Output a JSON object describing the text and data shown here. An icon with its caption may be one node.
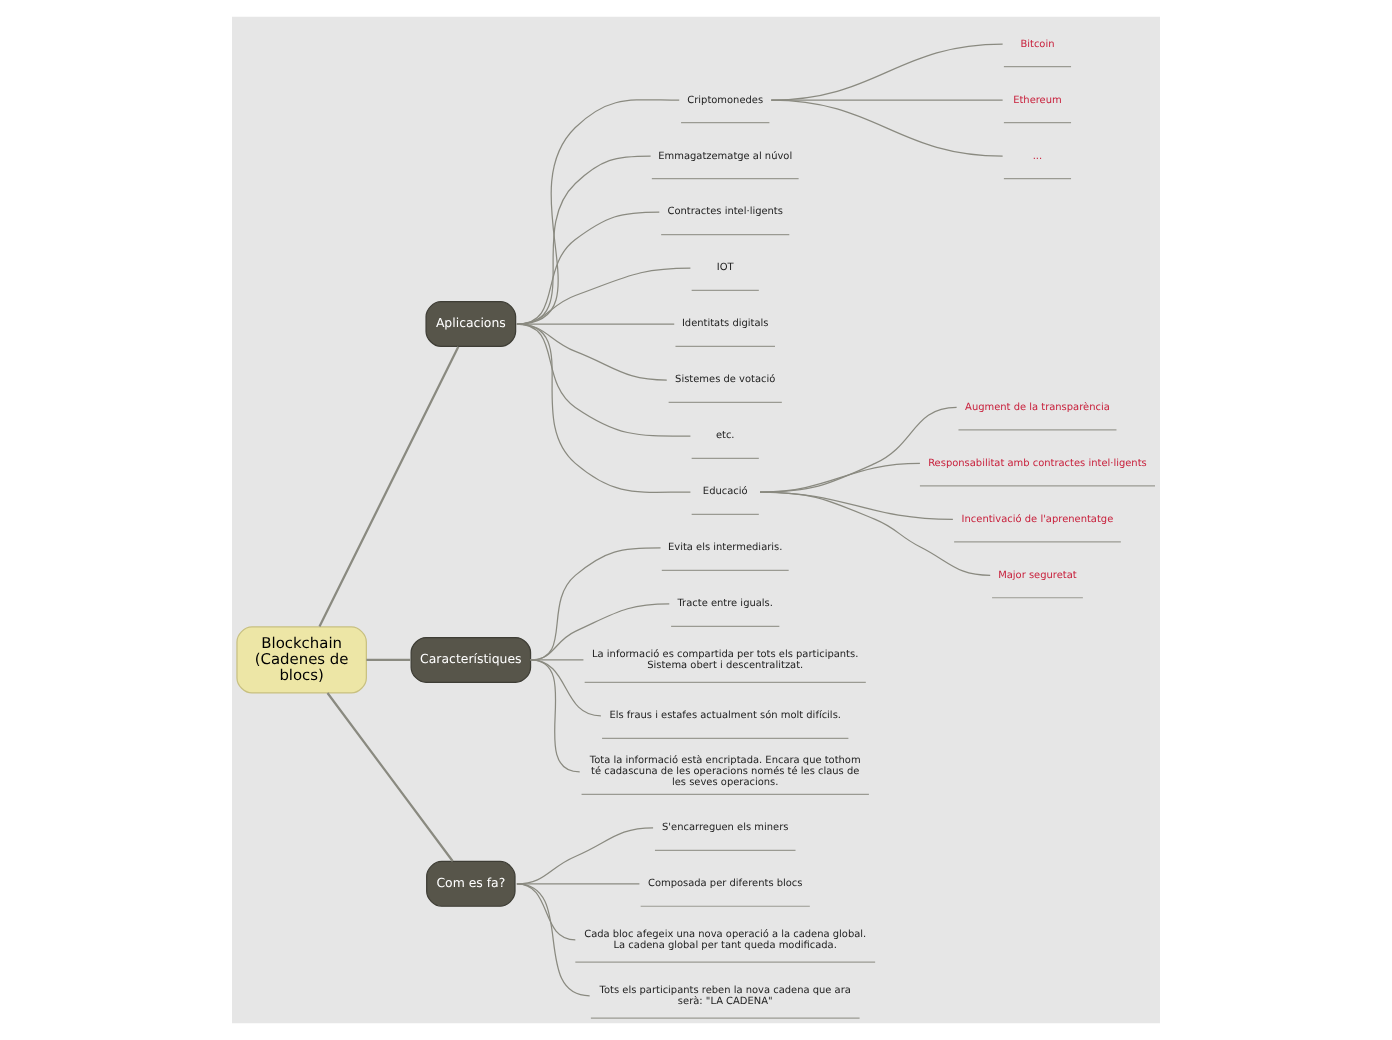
{
  "diagram": {
    "nodes": [
      {
        "text": [
          "Blockchain (Cadenes de blocs)"
        ]
      },
      {
        "text": [
          "Aplicacions"
        ]
      },
      {
        "text": [
          "Criptomonedes"
        ]
      },
      {
        "text": [
          "Bitcoin"
        ]
      },
      {
        "text": [
          "Ethereum"
        ]
      },
      {
        "text": [
          "..."
        ]
      },
      {
        "text": [
          "Emmagatzematge al núvol"
        ]
      },
      {
        "text": [
          "Contractes intel·ligents"
        ]
      },
      {
        "text": [
          "IOT"
        ]
      },
      {
        "text": [
          "Identitats digitals"
        ]
      },
      {
        "text": [
          "Sistemes de votació"
        ]
      },
      {
        "text": [
          "etc."
        ]
      },
      {
        "text": [
          "Educació"
        ]
      },
      {
        "text": [
          "Augment de la transparència"
        ]
      },
      {
        "text": [
          "Responsabilitat amb contractes intel·ligents"
        ]
      },
      {
        "text": [
          "Incentivació de l'aprenentatge"
        ]
      },
      {
        "text": [
          "Major seguretat"
        ]
      },
      {
        "text": [
          "Característiques"
        ]
      },
      {
        "text": [
          "Evita els intermediaris."
        ]
      },
      {
        "text": [
          "Tracte entre iguals."
        ]
      },
      {
        "text": [
          "La informació es compartida per tots els participants. Sistema obert i descentralitzat."
        ]
      },
      {
        "text": [
          "Els fraus i estafes actualment són molt difícils."
        ]
      },
      {
        "text": [
          "Tota la informació està encriptada. Encara que tothom té cadascuna de les operacions només té les claus de les seves operacions."
        ]
      },
      {
        "text": [
          "Com es fa?"
        ]
      },
      {
        "text": [
          "S'encarreguen els miners"
        ]
      },
      {
        "text": [
          "Composada per diferents blocs"
        ]
      },
      {
        "text": [
          "Cada bloc afegeix una nova operació a la cadena global. La cadena global per tant queda modificada."
        ]
      },
      {
        "text": [
          "Tots els participants reben la nova cadena que ara serà: \"LA CADENA\""
        ]
      }
    ],
    "edges": [
      {
        "from": 0,
        "to": 1,
        "arrow": "none"
      },
      {
        "from": 1,
        "to": 2,
        "arrow": "none"
      },
      {
        "from": 2,
        "to": 3,
        "arrow": "none"
      },
      {
        "from": 2,
        "to": 4,
        "arrow": "none"
      },
      {
        "from": 2,
        "to": 5,
        "arrow": "none"
      },
      {
        "from": 1,
        "to": 6,
        "arrow": "none"
      },
      {
        "from": 1,
        "to": 7,
        "arrow": "none"
      },
      {
        "from": 1,
        "to": 8,
        "arrow": "none"
      },
      {
        "from": 1,
        "to": 9,
        "arrow": "none"
      },
      {
        "from": 1,
        "to": 10,
        "arrow": "none"
      },
      {
        "from": 1,
        "to": 11,
        "arrow": "none"
      },
      {
        "from": 1,
        "to": 12,
        "arrow": "none"
      },
      {
        "from": 12,
        "to": 13,
        "arrow": "none"
      },
      {
        "from": 12,
        "to": 14,
        "arrow": "none"
      },
      {
        "from": 12,
        "to": 15,
        "arrow": "none"
      },
      {
        "from": 12,
        "to": 16,
        "arrow": "none"
      },
      {
        "from": 0,
        "to": 17,
        "arrow": "none"
      },
      {
        "from": 17,
        "to": 18,
        "arrow": "none"
      },
      {
        "from": 17,
        "to": 19,
        "arrow": "none"
      },
      {
        "from": 17,
        "to": 20,
        "arrow": "none"
      },
      {
        "from": 17,
        "to": 21,
        "arrow": "none"
      },
      {
        "from": 17,
        "to": 22,
        "arrow": "none"
      },
      {
        "from": 0,
        "to": 23,
        "arrow": "none"
      },
      {
        "from": 23,
        "to": 24,
        "arrow": "none"
      },
      {
        "from": 23,
        "to": 25,
        "arrow": "none"
      },
      {
        "from": 23,
        "to": 26,
        "arrow": "none"
      },
      {
        "from": 23,
        "to": 27,
        "arrow": "none"
      }
    ]
  }
}
